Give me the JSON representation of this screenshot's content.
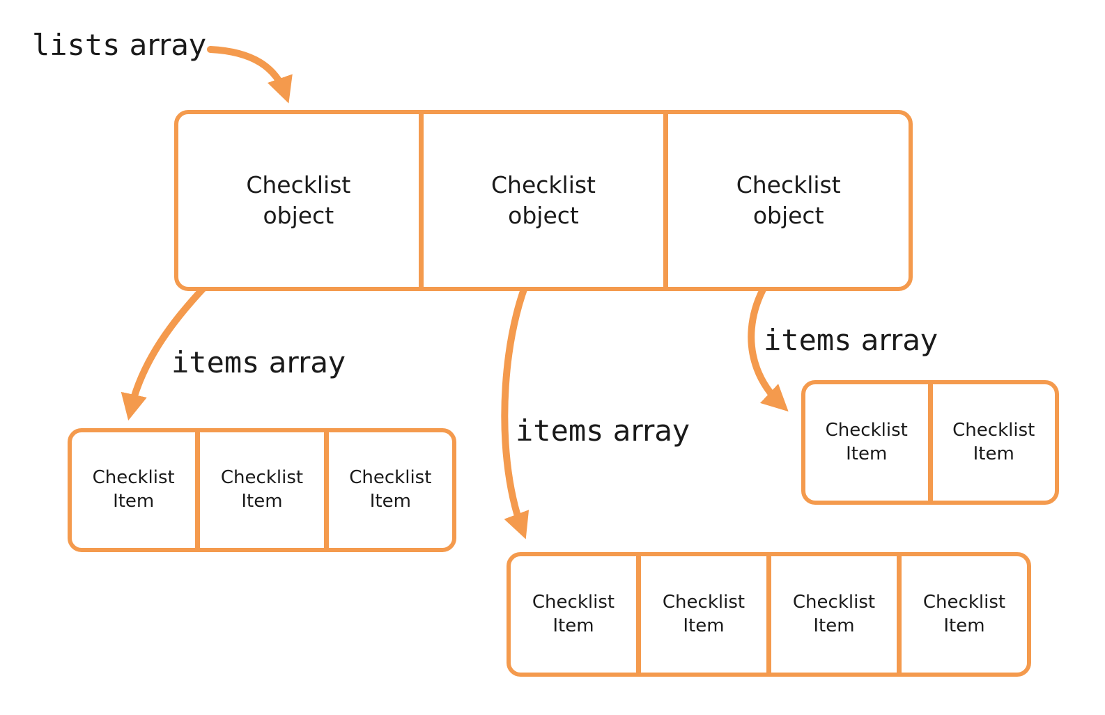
{
  "diagram": {
    "colors": {
      "accent": "#F49A4D",
      "text": "#1A1A1A",
      "background": "#FFFFFF"
    },
    "labels": {
      "lists_array": {
        "code": "lists",
        "plain": "array"
      },
      "items_array_left": {
        "code": "items",
        "plain": "array"
      },
      "items_array_mid": {
        "code": "items",
        "plain": "array"
      },
      "items_array_right": {
        "code": "items",
        "plain": "array"
      }
    },
    "lists_box": {
      "cells": [
        "Checklist\nobject",
        "Checklist\nobject",
        "Checklist\nobject"
      ]
    },
    "items_box_left": {
      "cells": [
        "Checklist\nItem",
        "Checklist\nItem",
        "Checklist\nItem"
      ]
    },
    "items_box_mid": {
      "cells": [
        "Checklist\nItem",
        "Checklist\nItem",
        "Checklist\nItem",
        "Checklist\nItem"
      ]
    },
    "items_box_right": {
      "cells": [
        "Checklist\nItem",
        "Checklist\nItem"
      ]
    },
    "arrows": [
      "lists-array-to-lists-box",
      "checklist-object-1-to-items-left",
      "checklist-object-2-to-items-mid",
      "checklist-object-3-to-items-right"
    ]
  }
}
